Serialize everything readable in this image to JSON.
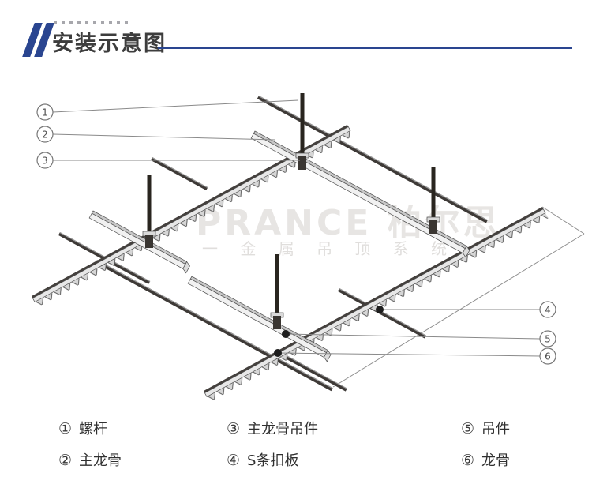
{
  "header": {
    "title": "安装示意图"
  },
  "colors": {
    "accent_blue": "#2a4590",
    "line_gray": "#4c4c4c",
    "leader_gray": "#8a8a8a"
  },
  "watermark": {
    "line1": "PRANCE 柏尔思",
    "line2": "一 金 属 吊 顶 系 统 一"
  },
  "callouts": {
    "c1": "1",
    "c2": "2",
    "c3": "3",
    "c4": "4",
    "c5": "5",
    "c6": "6"
  },
  "legend": {
    "items": [
      {
        "num": "①",
        "label": "螺杆"
      },
      {
        "num": "②",
        "label": "主龙骨"
      },
      {
        "num": "③",
        "label": "主龙骨吊件"
      },
      {
        "num": "④",
        "label": "S条扣板"
      },
      {
        "num": "⑤",
        "label": "吊件"
      },
      {
        "num": "⑥",
        "label": "龙骨"
      }
    ]
  }
}
